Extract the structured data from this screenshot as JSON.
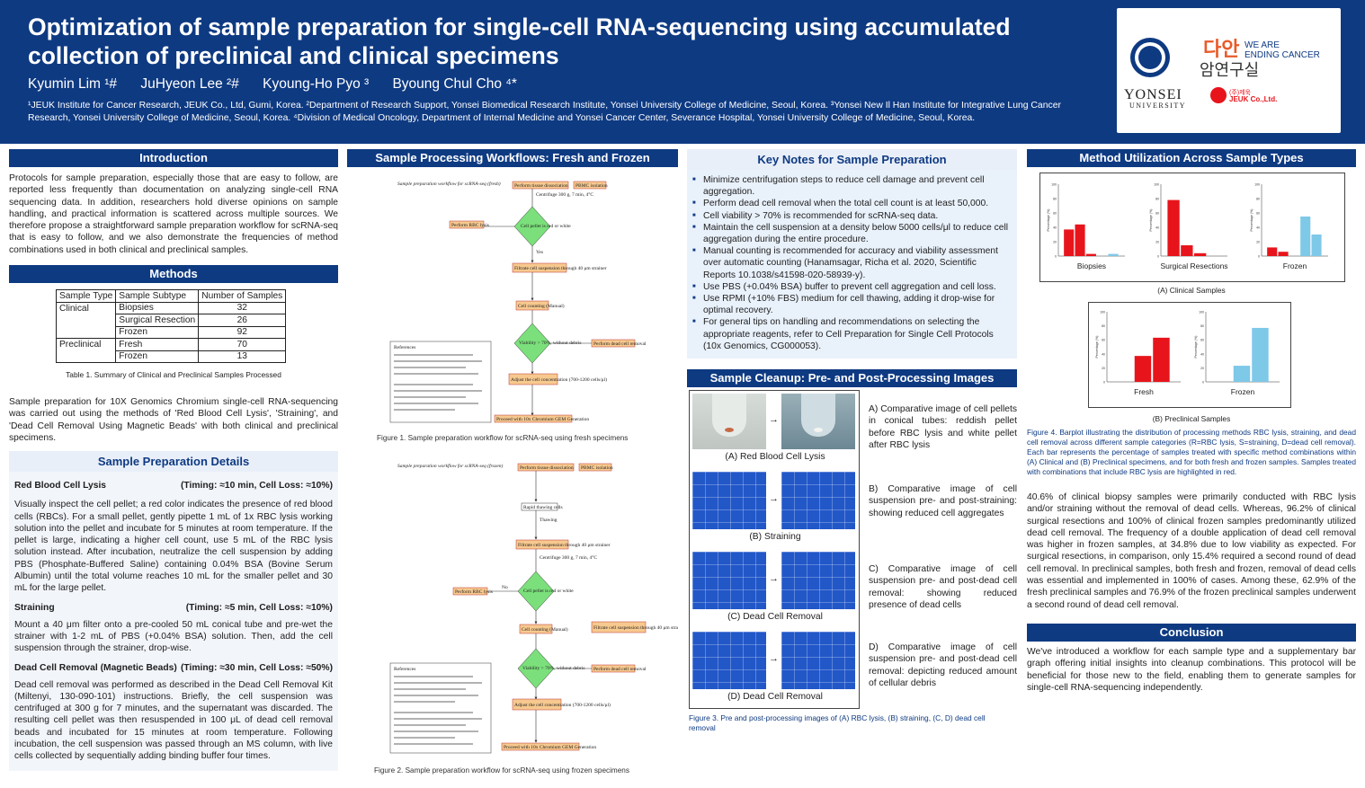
{
  "header": {
    "title": "Optimization of sample preparation for single-cell RNA-sequencing using accumulated collection of preclinical and clinical specimens",
    "authors": [
      "Kyumin Lim ¹#",
      "JuHyeon Lee ²#",
      "Kyoung-Ho Pyo ³",
      "Byoung Chul Cho ⁴*"
    ],
    "affiliations": "¹JEUK Institute for Cancer Research, JEUK Co., Ltd, Gumi, Korea. ²Department of Research Support, Yonsei Biomedical Research Institute, Yonsei University College of Medicine, Seoul, Korea. ³Yonsei New Il Han Institute for Integrative Lung Cancer Research, Yonsei University College of Medicine, Seoul, Korea. ⁴Division of Medical Oncology, Department of Internal Medicine and Yonsei Cancer Center, Severance Hospital, Yonsei University College of Medicine, Seoul, Korea.",
    "logos": {
      "yonsei_1": "YONSEI",
      "yonsei_2": "UNIVERSITY",
      "dayan": "다안",
      "amyeon": "암연구실",
      "we_are_1": "WE ARE",
      "we_are_2": "ENDING CANCER",
      "jeuk": "(주)제욱",
      "jeuk_2": "JEUK Co.,Ltd."
    }
  },
  "intro": {
    "heading": "Introduction",
    "text": "Protocols for sample preparation, especially those that are easy to follow, are reported less frequently than documentation on analyzing single-cell RNA sequencing data. In addition, researchers hold diverse opinions on sample handling, and practical information is scattered across multiple sources. We therefore propose a straightforward sample preparation workflow for scRNA-seq that is easy to follow, and we also demonstrate the frequencies of method combinations used in both clinical and preclinical samples."
  },
  "methods": {
    "heading": "Methods",
    "table_headers": [
      "Sample Type",
      "Sample Subtype",
      "Number of Samples"
    ],
    "rows": [
      [
        "Clinical",
        "Biopsies",
        "32"
      ],
      [
        "",
        "Surgical Resection",
        "26"
      ],
      [
        "",
        "Frozen",
        "92"
      ],
      [
        "Preclinical",
        "Fresh",
        "70"
      ],
      [
        "",
        "Frozen",
        "13"
      ]
    ],
    "caption": "Table 1. Summary of Clinical and Preclinical Samples Processed",
    "text": "Sample preparation for 10X Genomics Chromium single-cell RNA-sequencing was carried out using the methods of 'Red Blood Cell Lysis', 'Straining', and 'Dead Cell Removal Using Magnetic Beads' with both clinical and preclinical specimens."
  },
  "details": {
    "heading": "Sample Preparation Details",
    "rbc": {
      "title": "Red Blood Cell Lysis",
      "timing": "(Timing: ≈10 min, Cell Loss: ≈10%)",
      "text": "Visually inspect the cell pellet; a red color indicates the presence of red blood cells (RBCs). For a small pellet, gently pipette 1 mL of 1x RBC lysis working solution into the pellet and incubate for 5 minutes at room temperature. If the pellet is large, indicating a higher cell count, use 5 mL of the RBC lysis solution instead. After incubation, neutralize the cell suspension by adding PBS (Phosphate-Buffered Saline) containing 0.04% BSA (Bovine Serum Albumin) until the total volume reaches 10 mL for the smaller pellet and 30 mL for the large pellet."
    },
    "strain": {
      "title": "Straining",
      "timing": "(Timing: ≈5 min, Cell Loss: ≈10%)",
      "text": "Mount a 40 μm filter onto a pre-cooled 50 mL conical tube and pre-wet the strainer with 1-2 mL of PBS (+0.04% BSA) solution. Then, add the cell suspension through the strainer, drop-wise."
    },
    "dead": {
      "title": "Dead Cell Removal (Magnetic Beads)",
      "timing": "(Timing: ≈30 min, Cell Loss: ≈50%)",
      "text": "Dead cell removal was performed as described in the Dead Cell Removal Kit (Miltenyi, 130-090-101) instructions. Briefly, the cell suspension was centrifuged at 300 g for 7 minutes, and the supernatant was discarded. The resulting cell pellet was then resuspended in 100 μL of dead cell removal beads and incubated for 15 minutes at room temperature. Following incubation, the cell suspension was passed through an MS column, with live cells collected by sequentially adding binding buffer four times."
    }
  },
  "workflows": {
    "heading": "Sample Processing Workflows: Fresh and Frozen",
    "fig1_title": "Sample preparation workflow for scRNA-seq (fresh)",
    "fig1_caption": "Figure 1. Sample preparation workflow for scRNA-seq using fresh specimens",
    "fig2_title": "Sample preparation workflow for scRNA-seq (frozen)",
    "fig2_caption": "Figure 2. Sample preparation workflow for scRNA-seq using frozen specimens",
    "nodes": {
      "start_a": "Perform tissue dissociation",
      "start_b": "PBMC isolation",
      "centrifuge": "Centrifuge 300 g, 7 min, 4°C",
      "pellet_q": "Cell pellet is red or white",
      "perform_rbc": "Perform RBC lysis",
      "no": "No",
      "yes": "Yes",
      "filter": "Filtrate cell suspension through 40 μm strainer",
      "counting": "Cell counting (Manual)",
      "viab_q": "Viability > 70%, without debris",
      "dead": "Perform dead cell removal",
      "adjust": "Adjust the cell concentration (700-1200 cells/μl)",
      "proceed": "Proceed with 10x Chromium GEM Generation",
      "thaw": "Rapid thawing cells",
      "thaw_q": "Thawing",
      "references": "References"
    }
  },
  "key_notes": {
    "heading": "Key Notes for Sample Preparation",
    "items": [
      "Minimize centrifugation steps to reduce cell damage and prevent cell aggregation.",
      "Perform dead cell removal when the total cell count is at least 50,000.",
      "Cell viability > 70% is recommended for scRNA-seq data.",
      "Maintain the cell suspension at a density below 5000 cells/μl to reduce cell aggregation during the entire procedure.",
      "Manual counting is recommended for accuracy and viability assessment over automatic counting (Hanamsagar, Richa et al. 2020, Scientific Reports 10.1038/s41598-020-58939-y).",
      "Use PBS (+0.04% BSA) buffer to prevent cell aggregation and cell loss.",
      "Use RPMI (+10% FBS) medium for cell thawing, adding it drop-wise for optimal recovery.",
      "For general tips on handling and recommendations on selecting the appropriate reagents, refer to Cell Preparation for Single Cell Protocols (10x Genomics, CG000053)."
    ]
  },
  "cleanup": {
    "heading": "Sample Cleanup: Pre- and Post-Processing Images",
    "panels": [
      {
        "label": "(A) Red Blood Cell Lysis",
        "desc": "A) Comparative image of cell pellets in conical tubes: reddish pellet before RBC lysis and white pellet after RBC lysis"
      },
      {
        "label": "(B) Straining",
        "desc": "B) Comparative image of cell suspension pre- and post-straining: showing reduced cell aggregates"
      },
      {
        "label": "(C) Dead Cell Removal",
        "desc": "C) Comparative image of cell suspension pre- and post-dead cell removal: showing reduced presence of dead cells"
      },
      {
        "label": "(D) Dead Cell Removal",
        "desc": "D) Comparative image of cell suspension pre- and post-dead cell removal: depicting reduced amount of cellular debris"
      }
    ],
    "caption": "Figure 3. Pre and post-processing images of (A) RBC lysis, (B) straining, (C, D) dead cell removal"
  },
  "utilization": {
    "heading": "Method Utilization Across Sample Types",
    "clinical_label": "(A) Clinical Samples",
    "preclinical_label": "(B) Preclinical Samples",
    "caption": "Figure 4. Barplot illustrating the distribution of processing methods RBC lysis, straining, and dead cell removal across different sample categories (R=RBC lysis, S=straining, D=dead cell removal). Each bar represents the percentage of samples treated with specific method combinations within (A) Clinical and (B) Preclinical specimens, and for both fresh and frozen samples. Samples treated with combinations that include RBC lysis are highlighted in red.",
    "text": "40.6% of clinical biopsy samples were primarily conducted with RBC lysis and/or straining without the removal of dead cells. Whereas, 96.2% of clinical surgical resections and 100% of clinical frozen samples predominantly utilized dead cell removal. The frequency of a double application of dead cell removal was higher in frozen samples, at 34.8% due to low viability as expected. For surgical resections, in comparison, only 15.4% required a second round of dead cell removal. In preclinical samples, both fresh and frozen, removal of dead cells was essential and implemented in 100% of cases. Among these, 62.9% of the fresh preclinical samples and 76.9% of the frozen preclinical samples underwent a second round of dead cell removal."
  },
  "conclusion": {
    "heading": "Conclusion",
    "text": "We've introduced a workflow for each sample type and a supplementary bar graph offering initial insights into cleanup combinations. This protocol will be beneficial for those new to the field, enabling them to generate samples for single-cell RNA-sequencing independently."
  },
  "colors": {
    "navy": "#0e3a82",
    "red": "#e8141b",
    "blue": "#7ec8e8",
    "diamond": "#7be07b",
    "orange": "#f7c98f"
  },
  "chart_data": [
    {
      "type": "bar",
      "title": "Biopsies",
      "ylabel": "Percentage (%)",
      "ylim": [
        0,
        100
      ],
      "yticks": [
        0,
        20,
        40,
        60,
        80,
        100
      ],
      "values": [
        37,
        44,
        3,
        0,
        3
      ],
      "highlight": [
        "red",
        "red",
        "red",
        "blue",
        "blue"
      ]
    },
    {
      "type": "bar",
      "title": "Surgical Resections",
      "ylabel": "Percentage (%)",
      "ylim": [
        0,
        100
      ],
      "yticks": [
        0,
        20,
        40,
        60,
        80,
        100
      ],
      "values": [
        78,
        15,
        4,
        0
      ],
      "highlight": [
        "red",
        "red",
        "red",
        "blue"
      ]
    },
    {
      "type": "bar",
      "title": "Frozen",
      "ylabel": "Percentage (%)",
      "ylim": [
        0,
        100
      ],
      "yticks": [
        0,
        20,
        40,
        60,
        80,
        100
      ],
      "values": [
        12,
        6,
        0,
        55,
        30
      ],
      "highlight": [
        "red",
        "red",
        "red",
        "blue",
        "blue"
      ]
    },
    {
      "type": "bar",
      "title": "Fresh",
      "ylabel": "Percentage (%)",
      "ylim": [
        0,
        100
      ],
      "yticks": [
        0,
        20,
        40,
        60,
        80,
        100
      ],
      "values": [
        0,
        37,
        63
      ],
      "highlight": [
        "red",
        "red",
        "red"
      ]
    },
    {
      "type": "bar",
      "title": "Frozen",
      "ylabel": "Percentage (%)",
      "ylim": [
        0,
        100
      ],
      "yticks": [
        0,
        20,
        40,
        60,
        80,
        100
      ],
      "values": [
        0,
        23,
        77
      ],
      "highlight": [
        "blue",
        "blue",
        "blue"
      ]
    }
  ]
}
